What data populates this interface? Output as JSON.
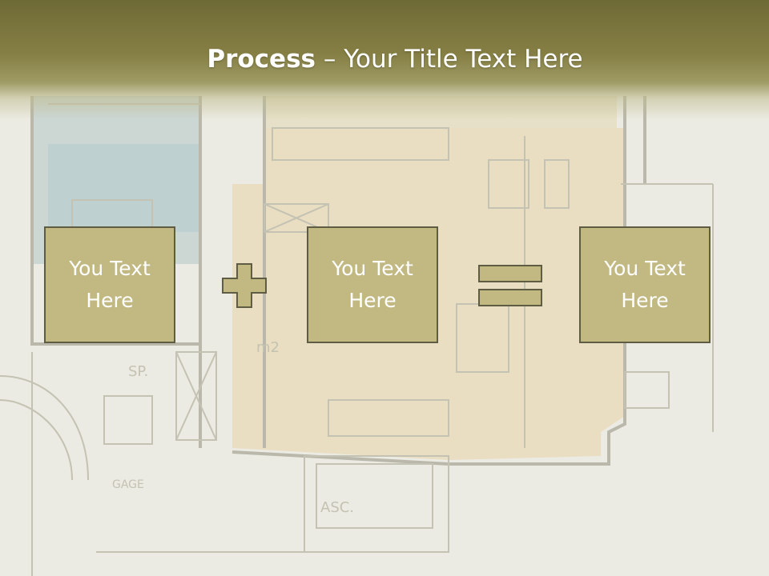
{
  "slide": {
    "title_bold": "Process",
    "title_dash": " – ",
    "title_rest": "Your Title Text Here",
    "boxes": [
      {
        "text": "You Text Here"
      },
      {
        "text": "You Text Here"
      },
      {
        "text": "You Text Here"
      }
    ],
    "operators": [
      "plus-icon",
      "equals-icon"
    ]
  },
  "colors": {
    "title_band": "#857f44",
    "box_fill": "#c2b882",
    "box_border": "#5f5c44",
    "text": "#ffffff"
  }
}
